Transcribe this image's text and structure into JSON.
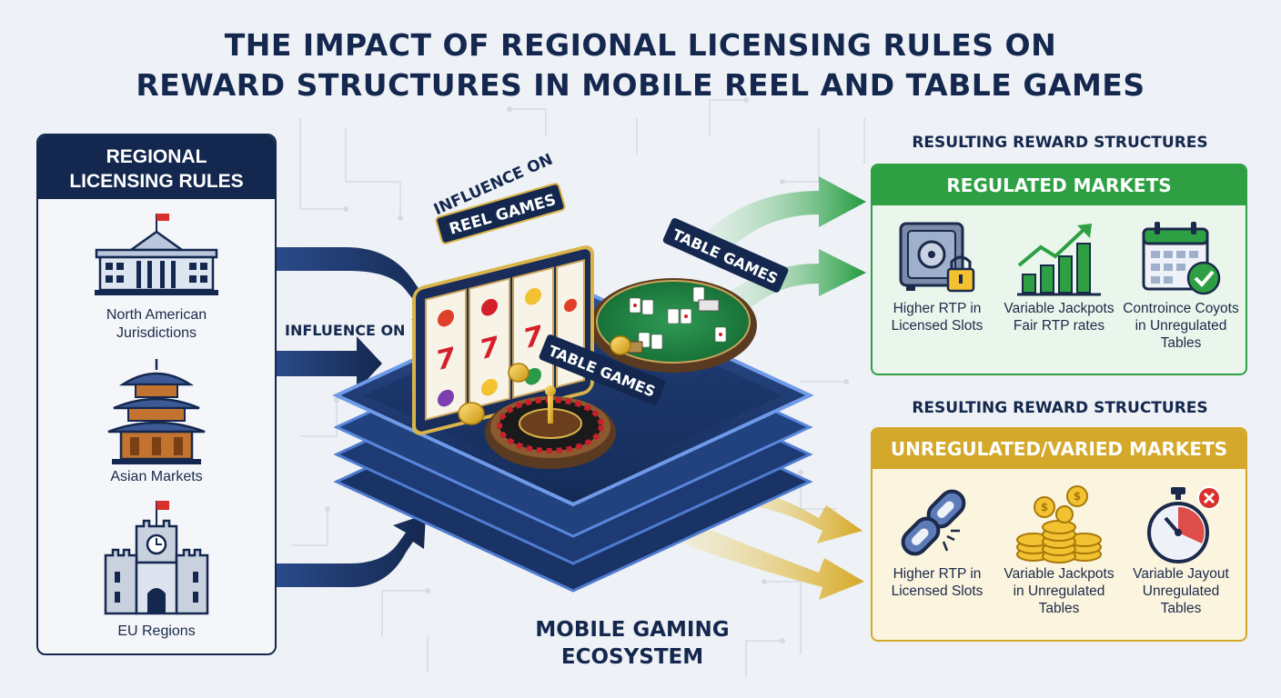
{
  "title": {
    "line1": "THE IMPACT OF REGIONAL LICENSING RULES ON",
    "line2": "REWARD STRUCTURES IN MOBILE REEL AND TABLE GAMES"
  },
  "left_panel": {
    "header_line1": "REGIONAL",
    "header_line2": "LICENSING RULES",
    "regions": [
      {
        "label_line1": "North American",
        "label_line2": "Jurisdictions",
        "icon": "government-building-icon"
      },
      {
        "label_line1": "Asian Markets",
        "label_line2": "",
        "icon": "pagoda-icon"
      },
      {
        "label_line1": "EU Regions",
        "label_line2": "",
        "icon": "castle-icon"
      }
    ]
  },
  "influence": {
    "left_label": "INFLUENCE ON",
    "top_label": "INFLUENCE ON"
  },
  "center": {
    "reel_games": "REEL GAMES",
    "table_games_top": "TABLE GAMES",
    "table_games_front": "TABLE GAMES",
    "ecosystem_line1": "MOBILE GAMING",
    "ecosystem_line2": "ECOSYSTEM"
  },
  "regulated": {
    "section_title": "RESULTING REWARD STRUCTURES",
    "header": "REGULATED MARKETS",
    "color": "#2ea043",
    "items": [
      {
        "line1": "Higher RTP in",
        "line2": "Licensed Slots",
        "line3": "",
        "icon": "vault-lock-icon"
      },
      {
        "line1": "Variable Jackpots",
        "line2": "Fair RTP rates",
        "line3": "",
        "icon": "growth-chart-icon"
      },
      {
        "line1": "Controince Coyots",
        "line2": "in Unregulated",
        "line3": "Tables",
        "icon": "calendar-check-icon"
      }
    ]
  },
  "unregulated": {
    "section_title": "RESULTING REWARD STRUCTURES",
    "header": "UNREGULATED/VARIED MARKETS",
    "color": "#d4a82a",
    "items": [
      {
        "line1": "Higher RTP in",
        "line2": "Licensed Slots",
        "line3": "",
        "icon": "broken-chain-icon"
      },
      {
        "line1": "Variable Jackpots",
        "line2": "in Unregulated",
        "line3": "Tables",
        "icon": "coin-stacks-icon"
      },
      {
        "line1": "Variable Jayout",
        "line2": "Unregulated",
        "line3": "Tables",
        "icon": "stopwatch-x-icon"
      }
    ]
  }
}
